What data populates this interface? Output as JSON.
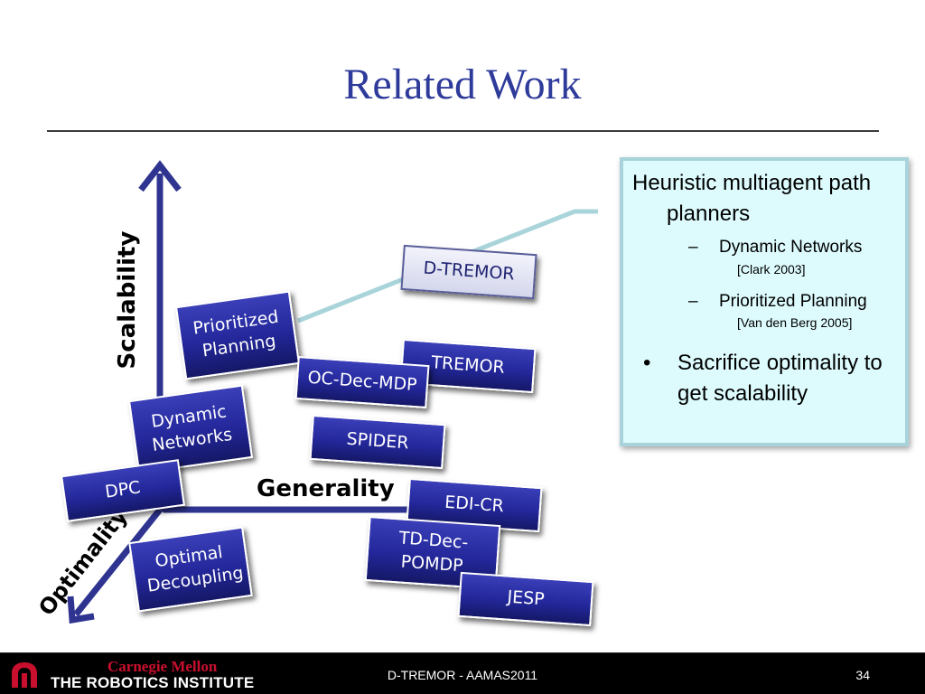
{
  "slide": {
    "title": "Related Work"
  },
  "axes": {
    "scalability": "Scalability",
    "generality": "Generality",
    "optimality": "Optimality",
    "color": "#2e3490"
  },
  "methods": [
    {
      "id": "dtremor",
      "label": "D-TREMOR",
      "highlight": true
    },
    {
      "id": "prioritized",
      "label": "Prioritized Planning",
      "highlight": false
    },
    {
      "id": "tremor",
      "label": "TREMOR",
      "highlight": false
    },
    {
      "id": "ocdecmdp",
      "label": "OC-Dec-MDP",
      "highlight": false
    },
    {
      "id": "dynamic",
      "label": "Dynamic Networks",
      "highlight": false
    },
    {
      "id": "spider",
      "label": "SPIDER",
      "highlight": false
    },
    {
      "id": "dpc",
      "label": "DPC",
      "highlight": false
    },
    {
      "id": "edicr",
      "label": "EDI-CR",
      "highlight": false
    },
    {
      "id": "optimal",
      "label": "Optimal Decoupling",
      "highlight": false
    },
    {
      "id": "tddecpomdp",
      "label": "TD-Dec-POMDP",
      "highlight": false
    },
    {
      "id": "jesp",
      "label": "JESP",
      "highlight": false
    }
  ],
  "callout": {
    "main_bullet": "Heuristic multiagent path planners",
    "sub_items": [
      {
        "label": "Dynamic Networks",
        "ref": "[Clark 2003]"
      },
      {
        "label": "Prioritized Planning",
        "ref": "[Van den Berg 2005]"
      }
    ],
    "second_bullet": "Sacrifice optimality to get scalability",
    "bullet_mark": "•",
    "dash_mark": "–",
    "background": "#ddfbfd",
    "border": "#a8d3da"
  },
  "footer": {
    "university": "Carnegie Mellon",
    "institute": "THE ROBOTICS INSTITUTE",
    "center_text": "D-TREMOR - AAMAS2011",
    "page_number": "34"
  },
  "colors": {
    "title": "#2e3b9a",
    "box_fill": "#23279a",
    "connector": "#a9d4da",
    "cmu_red": "#c8102e"
  }
}
